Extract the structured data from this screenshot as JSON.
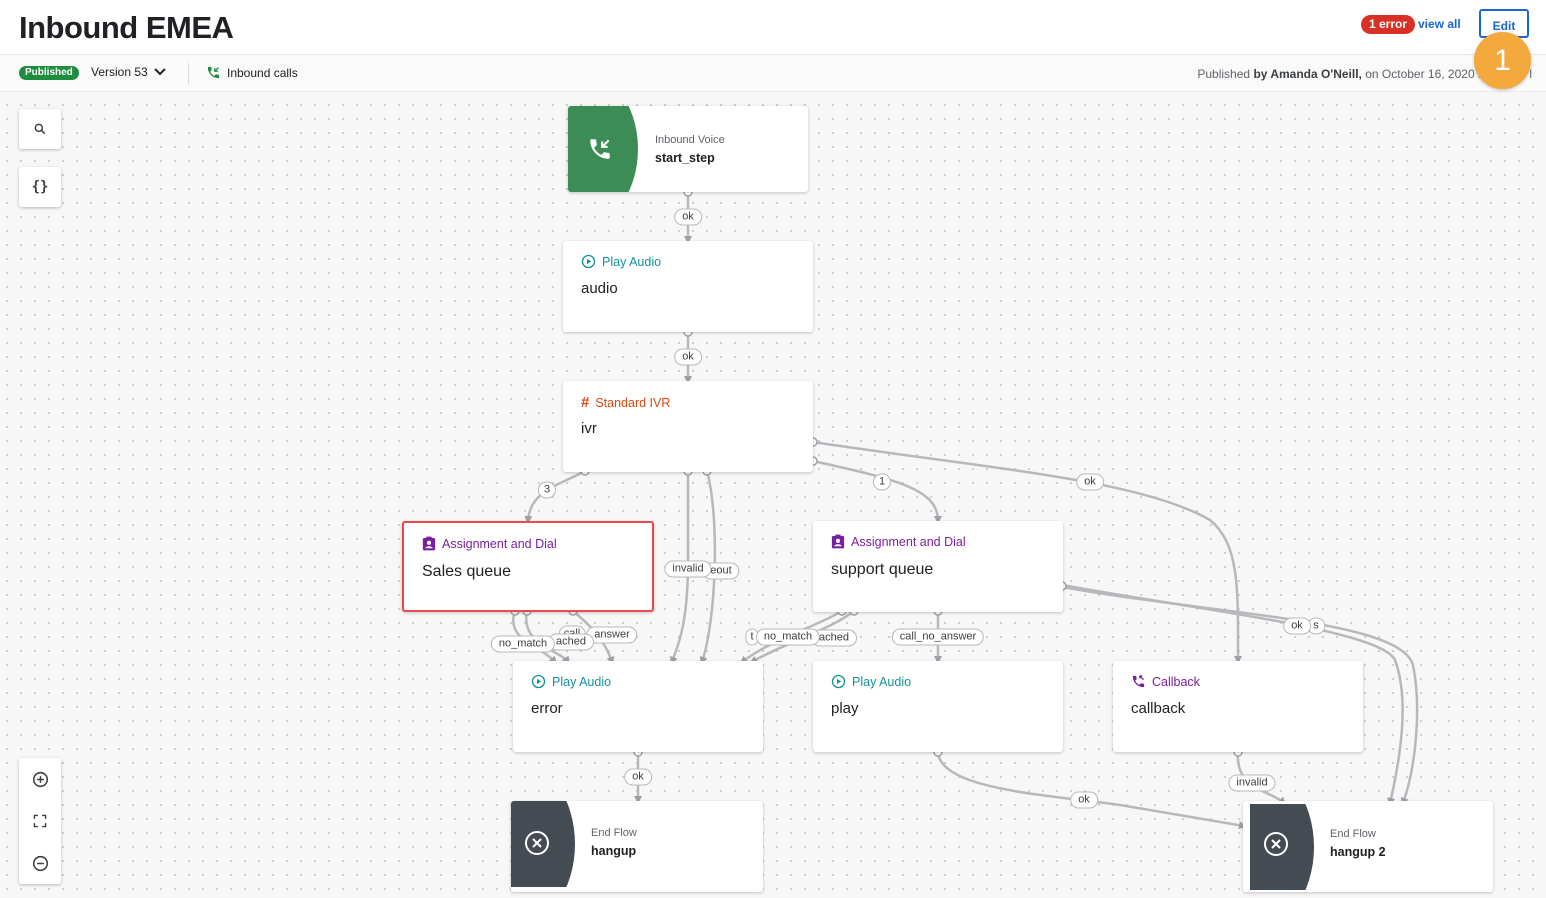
{
  "header": {
    "title": "Inbound EMEA",
    "error_badge": "1 error",
    "view_all": "view all",
    "edit": "Edit",
    "marker": "1"
  },
  "subbar": {
    "status": "Published",
    "version": "Version 53",
    "channel": "Inbound calls",
    "published_prefix": "Published",
    "published_by_label": "by Amanda O'Neill,",
    "published_on": "on October 16, 2020 at",
    "published_tail": "l"
  },
  "nodes": {
    "start": {
      "type": "Inbound Voice",
      "name": "start_step"
    },
    "audio": {
      "type": "Play Audio",
      "name": "audio"
    },
    "ivr": {
      "type": "Standard IVR",
      "name": "ivr"
    },
    "sales": {
      "type": "Assignment and Dial",
      "name": "Sales queue"
    },
    "support": {
      "type": "Assignment and Dial",
      "name": "support queue"
    },
    "error": {
      "type": "Play Audio",
      "name": "error"
    },
    "play": {
      "type": "Play Audio",
      "name": "play"
    },
    "callback": {
      "type": "Callback",
      "name": "callback"
    },
    "hangup": {
      "type": "End Flow",
      "name": "hangup"
    },
    "hangup2": {
      "type": "End Flow",
      "name": "hangup 2"
    }
  },
  "edge_labels": {
    "ok1": "ok",
    "ok2": "ok",
    "three": "3",
    "one": "1",
    "ok_ivr": "ok",
    "invalid": "invalid",
    "timeout": "eout",
    "sales_answer": "answer",
    "sales_call": "call",
    "sales_reached": "ached",
    "sales_nomatch": "no_match",
    "support_nomatch": "no_match",
    "support_t": "t",
    "support_reached": "ached",
    "support_cna": "call_no_answer",
    "ok_support": "ok",
    "s_label": "s",
    "ok_error": "ok",
    "ok_play": "ok",
    "cb_invalid": "invalid"
  },
  "colors": {
    "accent": "#1967d2",
    "error": "#d93025",
    "published": "#1e8e3e",
    "play_audio": "#12939a",
    "ivr": "#d9480f",
    "assign": "#7b1fa2",
    "start": "#3d8b55",
    "end": "#454b52"
  },
  "icons": {
    "search": "search-icon",
    "variables": "braces-icon",
    "zoom_in": "zoom-in-icon",
    "fit": "fit-screen-icon",
    "zoom_out": "zoom-out-icon"
  }
}
